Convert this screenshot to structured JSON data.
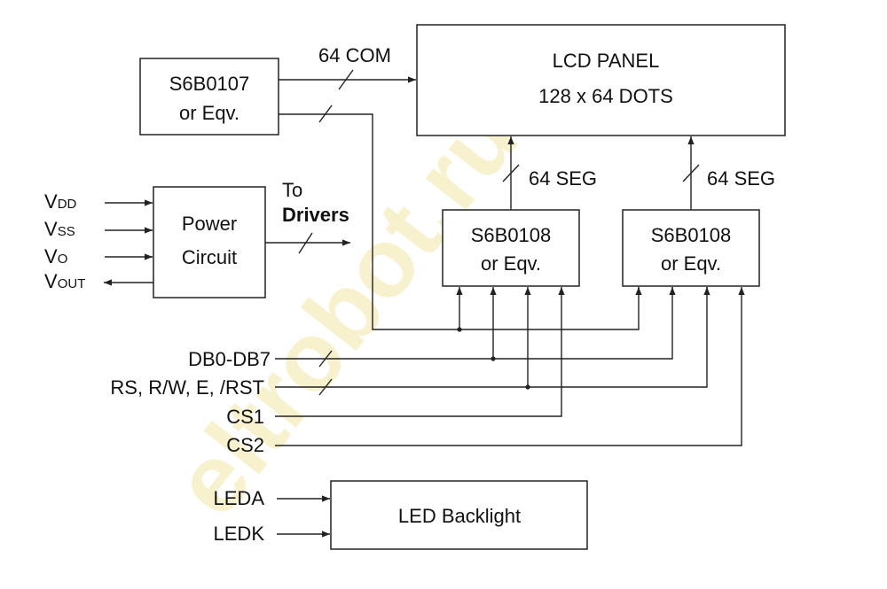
{
  "blocks": {
    "lcd_panel": {
      "line1": "LCD PANEL",
      "line2": "128 x 64 DOTS"
    },
    "com_driver": {
      "line1": "S6B0107",
      "line2": "or Eqv."
    },
    "power": {
      "line1": "Power",
      "line2": "Circuit"
    },
    "seg_driver_left": {
      "line1": "S6B0108",
      "line2": "or Eqv."
    },
    "seg_driver_right": {
      "line1": "S6B0108",
      "line2": "or Eqv."
    },
    "backlight": {
      "label": "LED Backlight"
    }
  },
  "labels": {
    "com": "64 COM",
    "seg_left": "64 SEG",
    "seg_right": "64 SEG",
    "to_drivers_1": "To",
    "to_drivers_2": "Drivers"
  },
  "power_pins": {
    "vdd": {
      "main": "V",
      "sub": "DD"
    },
    "vss": {
      "main": "V",
      "sub": "SS"
    },
    "vo": {
      "main": "V",
      "sub": "O"
    },
    "vout": {
      "main": "V",
      "sub": "OUT"
    }
  },
  "signals": {
    "db": "DB0-DB7",
    "ctrl": "RS, R/W, E, /RST",
    "cs1": "CS1",
    "cs2": "CS2",
    "leda": "LEDA",
    "ledk": "LEDK"
  },
  "watermark": "eltrobot.ru",
  "colors": {
    "line": "#222222",
    "watermark": "#f2e6a6"
  }
}
